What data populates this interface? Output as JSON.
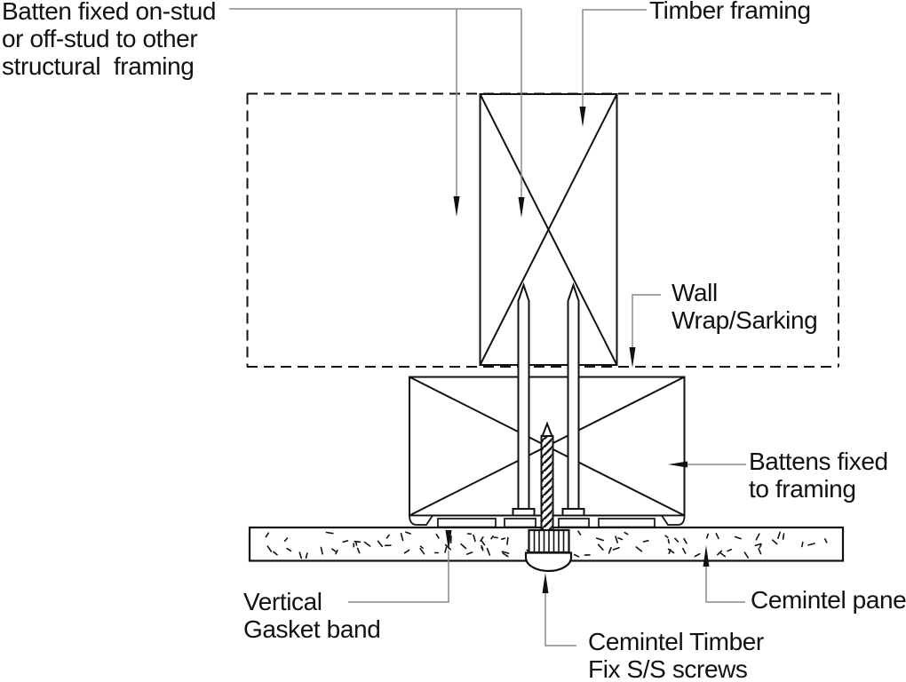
{
  "drawing": {
    "type": "construction-detail-section",
    "colors": {
      "background": "#ffffff",
      "ink": "#111111",
      "leader_line": "#8a8a8a",
      "arrowhead": "#111111"
    },
    "labels": {
      "batten_fixed": "Batten fixed on-stud\nor off-stud to other\nstructural  framing",
      "timber_framing": "Timber framing",
      "wall_wrap": "Wall\nWrap/Sarking",
      "battens_fixed": "Battens fixed\nto framing",
      "vertical_gasket": "Vertical\nGasket band",
      "cemintel_panel": "Cemintel panel",
      "cemintel_screws": "Cemintel Timber\nFix S/S screws"
    },
    "components": [
      "wall-wrap-sarking-dashed-outline",
      "timber-framing-stud",
      "batten",
      "fixing-screws",
      "vertical-gasket-band",
      "cemintel-panel",
      "cemintel-timber-fix-ss-screw"
    ]
  }
}
